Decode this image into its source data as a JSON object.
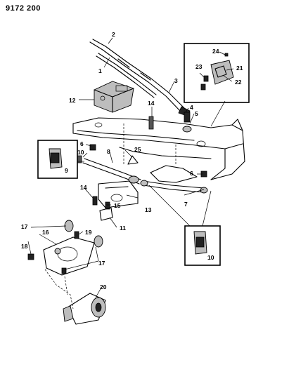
{
  "header": {
    "drawing_number": "9172 200"
  },
  "callouts": {
    "c1": "1",
    "c2": "2",
    "c3": "3",
    "c4": "4",
    "c5": "5",
    "c6a": "6",
    "c6b": "6",
    "c7": "7",
    "c8": "8",
    "c9": "9",
    "c10a": "10",
    "c10b": "10",
    "c11": "11",
    "c12": "12",
    "c13": "13",
    "c14a": "14",
    "c14b": "14",
    "c15": "15",
    "c16": "16",
    "c17a": "17",
    "c17b": "17",
    "c18": "18",
    "c19": "19",
    "c20": "20",
    "c21": "21",
    "c22": "22",
    "c23": "23",
    "c24": "24",
    "c25": "25"
  }
}
